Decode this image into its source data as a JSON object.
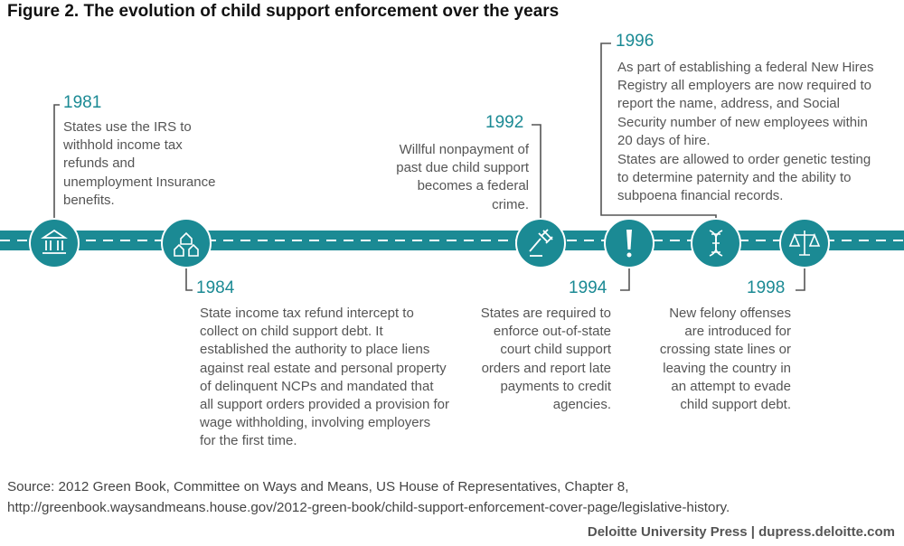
{
  "title": "Figure 2. The evolution of child support enforcement over the years",
  "colors": {
    "teal": "#1b8a94",
    "line": "#1b8a94",
    "dashes": "#ffffff",
    "connector": "#555555"
  },
  "events": [
    {
      "year": "1981",
      "icon": "bank-icon",
      "text": "States use the IRS to withhold income tax refunds and unemployment Insurance benefits."
    },
    {
      "year": "1984",
      "icon": "houses-icon",
      "text": "State income tax refund intercept to collect on child support debt.  It established the authority to place liens against real estate and personal property of delinquent NCPs and mandated that all support orders provided a provision for wage withholding, involving employers for the first time."
    },
    {
      "year": "1992",
      "icon": "gavel-icon",
      "text": "Willful nonpayment of past due child support becomes a federal crime."
    },
    {
      "year": "1994",
      "icon": "exclamation-icon",
      "text": "States are required to enforce out-of-state court child support orders and report late payments to credit agencies."
    },
    {
      "year": "1996",
      "icon": "dna-icon",
      "text": "As part of establishing a federal New Hires Registry all employers are now required to report the name, address, and Social Security number of new employees within 20 days of hire.",
      "text2": "States are allowed to order genetic testing to determine paternity and the ability to subpoena financial records."
    },
    {
      "year": "1998",
      "icon": "scales-icon",
      "text": "New felony offenses are introduced for crossing state lines or leaving the country in an attempt to evade child support debt."
    }
  ],
  "source": {
    "line1": "Source: 2012 Green Book, Committee on Ways and Means, US House of Representatives, Chapter 8,",
    "line2": "http://greenbook.waysandmeans.house.gov/2012-green-book/child-support-enforcement-cover-page/legislative-history."
  },
  "footer": "Deloitte University Press  |  dupress.deloitte.com"
}
